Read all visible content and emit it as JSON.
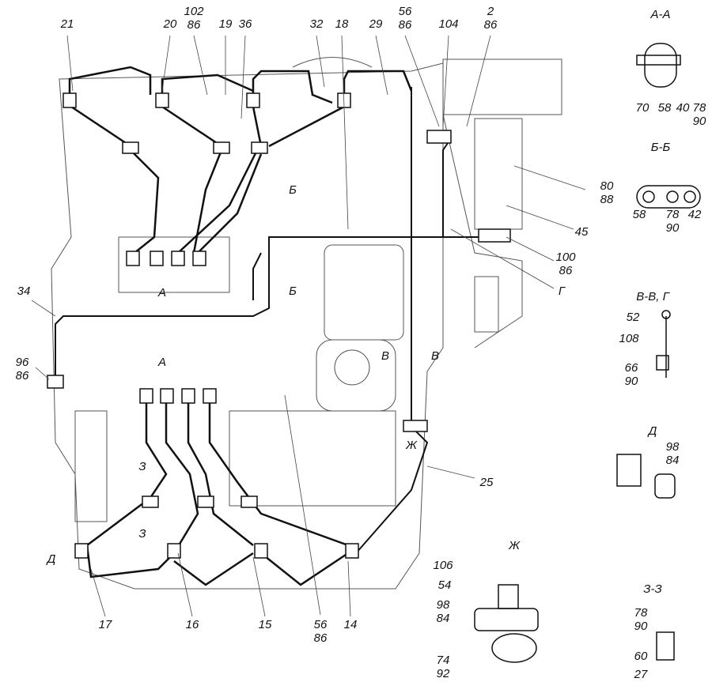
{
  "top_callouts": [
    "21",
    "20",
    "102\n86",
    "19",
    "36",
    "32",
    "18",
    "29",
    "56\n86",
    "104",
    "2\n86"
  ],
  "left_callouts": [
    "34",
    "96\n86"
  ],
  "right_callouts": [
    "80\n88",
    "45",
    "100\n86",
    "Г"
  ],
  "bottom_callouts": [
    "17",
    "16",
    "15",
    "56\n86",
    "14",
    "25"
  ],
  "section_markers": [
    "Б",
    "Б",
    "А",
    "А",
    "В",
    "В",
    "Ж",
    "З",
    "З",
    "Д"
  ],
  "sections": {
    "aa": {
      "title": "А-А",
      "parts": [
        "70",
        "58",
        "40",
        "78\n90"
      ]
    },
    "bb": {
      "title": "Б-Б",
      "parts": [
        "58",
        "78\n90",
        "42"
      ]
    },
    "vv": {
      "title": "В-В, Г",
      "parts": [
        "52",
        "108",
        "66\n90"
      ]
    },
    "d": {
      "title": "Д",
      "parts": [
        "98\n84"
      ]
    },
    "zz": {
      "title": "З-З",
      "parts": [
        "78\n90",
        "60",
        "27"
      ]
    },
    "zh": {
      "title": "Ж",
      "parts": [
        "106",
        "54",
        "98\n84",
        "74\n92"
      ]
    }
  }
}
